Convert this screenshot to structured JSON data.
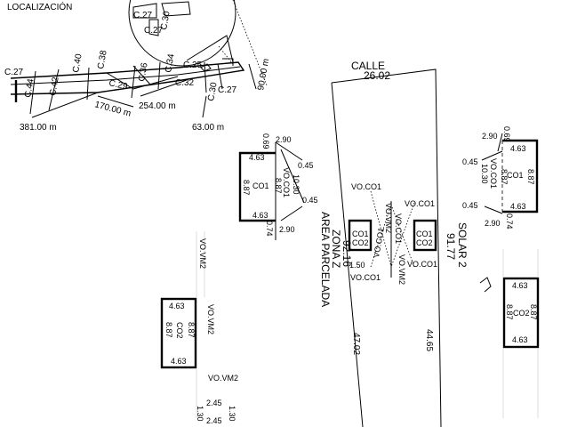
{
  "location": {
    "title": "LOCALIZACIÓN",
    "road_labels": [
      "C.27",
      "C.44",
      "C.42",
      "C.40",
      "C.38",
      "C.29",
      "C.36",
      "C.34",
      "C.32",
      "C.30",
      "C.25",
      "C.27",
      "C.27",
      "C.30",
      "C.27"
    ],
    "distances": [
      "381.00 m",
      "170.00 m",
      "254.00 m",
      "63.00 m",
      "90.00 m"
    ]
  },
  "lot": {
    "street_label": "CALLE",
    "street_width": "26.02",
    "zone_lines": [
      "92.16",
      "ZONA Z",
      "AREA PARCELADA"
    ],
    "solar_name": "SOLAR 2",
    "solar_value": "91.77",
    "side_left": "47.02",
    "side_right": "44.65",
    "dim_left": "1.50"
  },
  "details": {
    "co1_label": "CO1",
    "co2_label": "CO2",
    "vo_co1": "VO.CO1",
    "vo_vm2": "VO.VM2",
    "w_463": "4.63",
    "h_887": "8.87",
    "h_1030": "10.30",
    "d_290": "2.90",
    "d_069": "0.69",
    "d_074": "0.74",
    "d_045": "0.45",
    "d_245": "2.45",
    "d_130": "1.30"
  }
}
